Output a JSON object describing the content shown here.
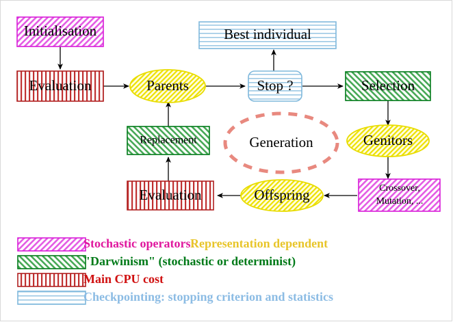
{
  "diagram": {
    "title": "Evolutionary Algorithm Cycle",
    "nodes": {
      "initialisation": {
        "label": "Initialisation",
        "shape": "rect",
        "style": "stochastic"
      },
      "evaluation_top": {
        "label": "Evaluation",
        "shape": "rect",
        "style": "cpu"
      },
      "parents": {
        "label": "Parents",
        "shape": "ellipse",
        "style": "representation"
      },
      "stop": {
        "label": "Stop ?",
        "shape": "rounded-rect",
        "style": "checkpointing"
      },
      "best_individual": {
        "label": "Best individual",
        "shape": "rect",
        "style": "checkpointing"
      },
      "selection": {
        "label": "Selection",
        "shape": "rect",
        "style": "darwinism"
      },
      "genitors": {
        "label": "Genitors",
        "shape": "ellipse",
        "style": "representation"
      },
      "crossover": {
        "label_line1": "Crossover,",
        "label_line2": "Mutation, ...",
        "shape": "rect",
        "style": "stochastic"
      },
      "offspring": {
        "label": "Offspring",
        "shape": "ellipse",
        "style": "representation"
      },
      "evaluation_bottom": {
        "label": "Evaluation",
        "shape": "rect",
        "style": "cpu"
      },
      "replacement": {
        "label": "Replacement",
        "shape": "rect",
        "style": "darwinism"
      },
      "generation": {
        "label": "Generation",
        "shape": "dashed-ellipse",
        "style": "annotation"
      }
    },
    "edges": [
      {
        "from": "initialisation",
        "to": "evaluation_top"
      },
      {
        "from": "evaluation_top",
        "to": "parents"
      },
      {
        "from": "parents",
        "to": "stop"
      },
      {
        "from": "stop",
        "to": "best_individual"
      },
      {
        "from": "stop",
        "to": "selection"
      },
      {
        "from": "selection",
        "to": "genitors"
      },
      {
        "from": "genitors",
        "to": "crossover"
      },
      {
        "from": "crossover",
        "to": "offspring"
      },
      {
        "from": "offspring",
        "to": "evaluation_bottom"
      },
      {
        "from": "evaluation_bottom",
        "to": "replacement"
      },
      {
        "from": "replacement",
        "to": "parents"
      }
    ]
  },
  "legend": {
    "items": [
      {
        "swatch": "magenta-diagonal-hatch",
        "text": "Stochastic operators:",
        "text2": "Representation dependent",
        "color": "#E0189E",
        "color2": "#E8C52A"
      },
      {
        "swatch": "green-diagonal-hatch",
        "text": "\"Darwinism\" (stochastic or determinist)",
        "text2": "",
        "color": "#007A18",
        "color2": ""
      },
      {
        "swatch": "red-vertical-hatch",
        "text": "Main CPU cost",
        "text2": "",
        "color": "#D01010",
        "color2": ""
      },
      {
        "swatch": "blue-horizontal-hatch",
        "text": "Checkpointing: stopping criterion and statistics",
        "text2": "",
        "color": "#8CBCE4",
        "color2": ""
      }
    ]
  },
  "colors": {
    "stochastic_border": "#D81BD8",
    "stochastic_hatch": "#D81BD8",
    "darwinism_border": "#007A18",
    "darwinism_hatch": "#2E9E40",
    "cpu_border": "#B02020",
    "cpu_hatch": "#C03030",
    "checkpointing_border": "#7FB8DC",
    "checkpointing_hatch": "#9CC8E4",
    "representation_border": "#E8DC00",
    "representation_hatch": "#E8DC00",
    "generation_stroke": "#E8897F",
    "arrow": "#000000",
    "background": "#FFFFFF"
  }
}
